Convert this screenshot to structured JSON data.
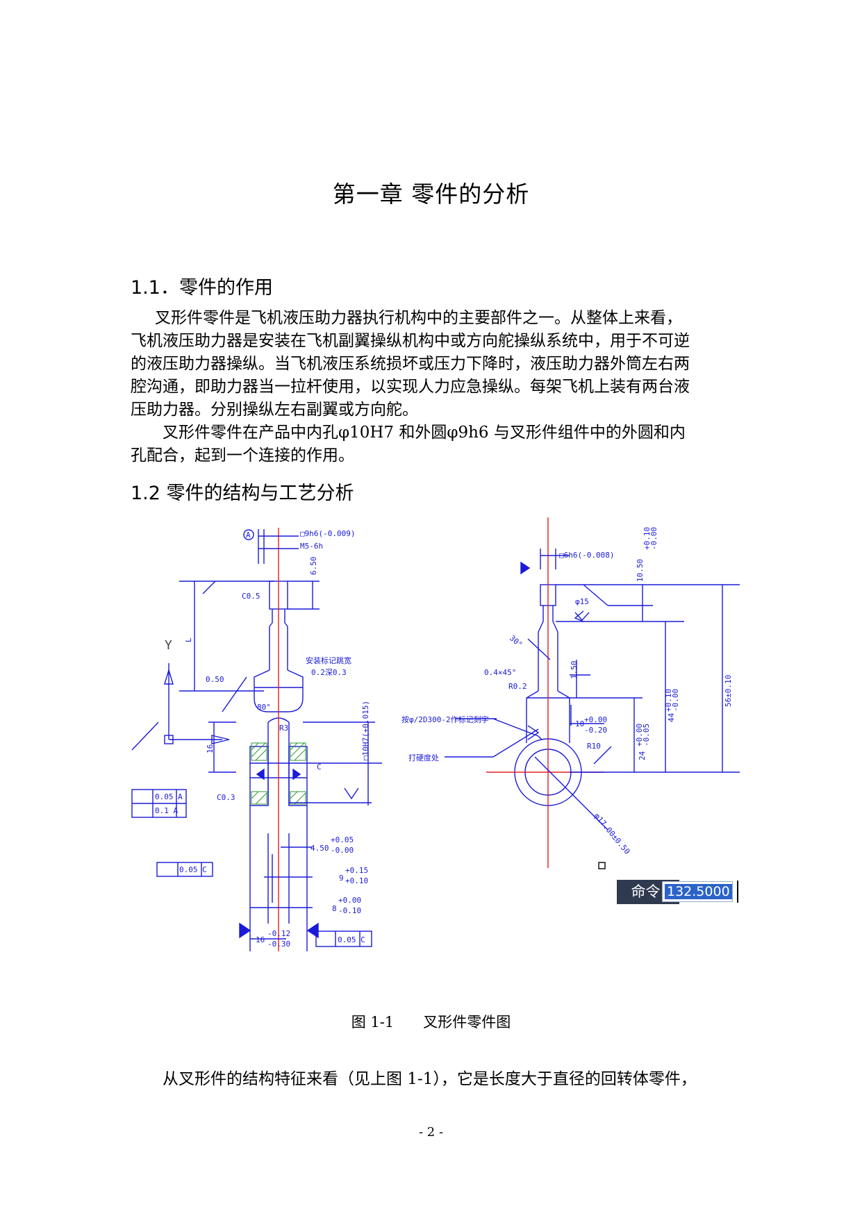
{
  "chapter_title": "第一章 零件的分析",
  "section1": {
    "heading": "1.1．零件的作用",
    "para1_lines": [
      "叉形件零件是飞机液压助力器执行机构中的主要部件之一。从整体上来看，",
      "飞机液压助力器是安装在飞机副翼操纵机构中或方向舵操纵系统中，用于不可逆",
      "的液压助力器操纵。当飞机液压系统损坏或压力下降时，液压助力器外筒左右两",
      "腔沟通，即助力器当一拉杆使用，以实现人力应急操纵。每架飞机上装有两台液",
      "压助力器。分别操纵左右副翼或方向舵。"
    ],
    "para2_lines": [
      "叉形件零件在产品中内孔φ10H7 和外圆φ9h6 与叉形件组件中的外圆和内",
      "孔配合，起到一个连接的作用。"
    ]
  },
  "section2": {
    "heading": "1.2 零件的结构与工艺分析"
  },
  "drawing": {
    "left_view": {
      "datum_a": "A",
      "dim_top": "□9h6(-0.009)",
      "dim_thread": "M5-6h",
      "dim_650": "6.50",
      "chamfer_c05": "C0.5",
      "axis_y": "Y",
      "dim_l": "L",
      "dim_050": "0.50",
      "note_mark": "安装标记跳宽",
      "note_mark2": "0.2深0.3",
      "angle_80": "80°",
      "radius_r3": "R3",
      "dim_10h7": "□10H7(+0.015)",
      "dim_16": "16",
      "datum_c": "C",
      "chamfer_c03": "C0.3",
      "tol_parallel": "0.05 A",
      "tol_position": "0.1 A",
      "tol_perp_c": "0.05 C",
      "dim_450": "4.50",
      "dim_450_upper": "+0.05",
      "dim_450_lower": "-0.00",
      "dim_9": "9",
      "dim_9_upper": "+0.15",
      "dim_9_lower": "+0.10",
      "dim_8": "8",
      "dim_8_upper": "+0.00",
      "dim_8_lower": "-0.10",
      "dim_16b": "16",
      "dim_16b_upper": "-0.12",
      "dim_16b_lower": "-0.30",
      "tol_perp_c2": "0.05 C"
    },
    "right_view": {
      "dim_top": "□6h6(-0.008)",
      "dim_1050": "10.50",
      "dim_1050_upper": "+0.10",
      "dim_1050_lower": "-0.00",
      "dim_phi15": "φ15",
      "angle_30": "30°",
      "chamfer_04": "0.4×45°",
      "radius_r02": "R0.2",
      "dim_150": "1.50",
      "dim_56": "56±0.10",
      "dim_44": "44",
      "dim_44_upper": "+0.10",
      "dim_44_lower": "-0.00",
      "note_mark": "按φ/2D300-2作标记刻字",
      "dim_10": "10",
      "dim_10_upper": "+0.00",
      "dim_10_lower": "-0.20",
      "radius_r10": "R10",
      "dim_24": "24",
      "dim_24_upper": "+0.00",
      "dim_24_lower": "-0.05",
      "note_hardness": "打硬度处",
      "dim_phi17": "φ17.00±0.50"
    }
  },
  "command_bar": {
    "label": "命令:",
    "value": "132.5000"
  },
  "figure_caption": "图 1-1　　叉形件零件图",
  "section2_para_line": "从叉形件的结构特征来看（见上图 1-1），它是长度大于直径的回转体零件，",
  "page_number": "- 2 -"
}
